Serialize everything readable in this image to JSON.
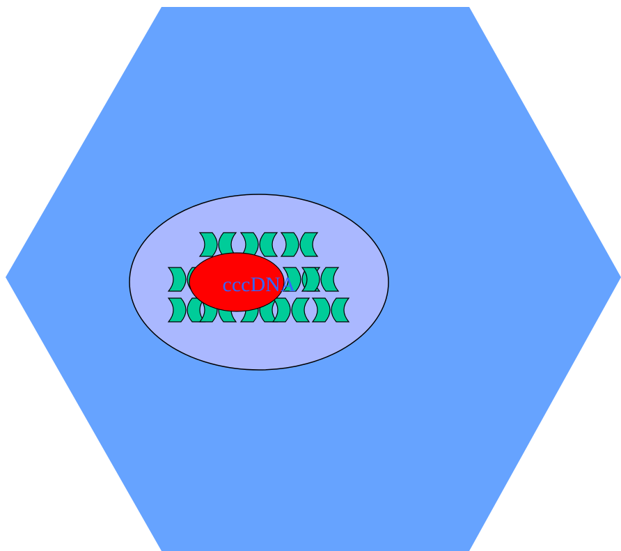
{
  "diagram": {
    "label": "cccDNA",
    "colors": {
      "background": "#ffffff",
      "cell": "#66a3ff",
      "nucleus": "#aab8ff",
      "nucleus_outline": "#000000",
      "histone": "#00cc99",
      "histone_outline": "#000000",
      "cccdna": "#ff0000",
      "label": "#3366ff"
    },
    "icons": {
      "cell": "hexagon-shape",
      "nucleus": "ellipse-shape",
      "histone": "crescent-shape",
      "cccdna": "ellipse-shape"
    }
  }
}
